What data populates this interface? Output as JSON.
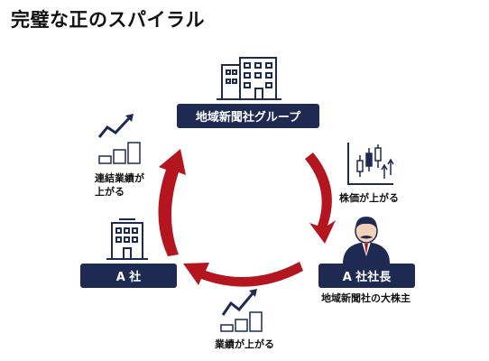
{
  "title": "完璧な正のスパイラル",
  "nodes": {
    "group": {
      "label": "地域新聞社グループ"
    },
    "ceo": {
      "label": "A 社社長",
      "caption": "地域新聞社の大株主"
    },
    "company": {
      "label": "A 社"
    }
  },
  "steps": {
    "stock": {
      "caption": "株価が上がる"
    },
    "performance": {
      "caption": "業績が上がる"
    },
    "consolidated": {
      "line1": "連結業績が",
      "line2": "上がる"
    }
  },
  "colors": {
    "navy": "#1e2a52",
    "arrow_red": "#b3161e"
  },
  "icons": [
    "office-building-icon",
    "candlestick-chart-icon",
    "businessman-icon",
    "rising-bar-chart-icon",
    "small-building-icon"
  ]
}
